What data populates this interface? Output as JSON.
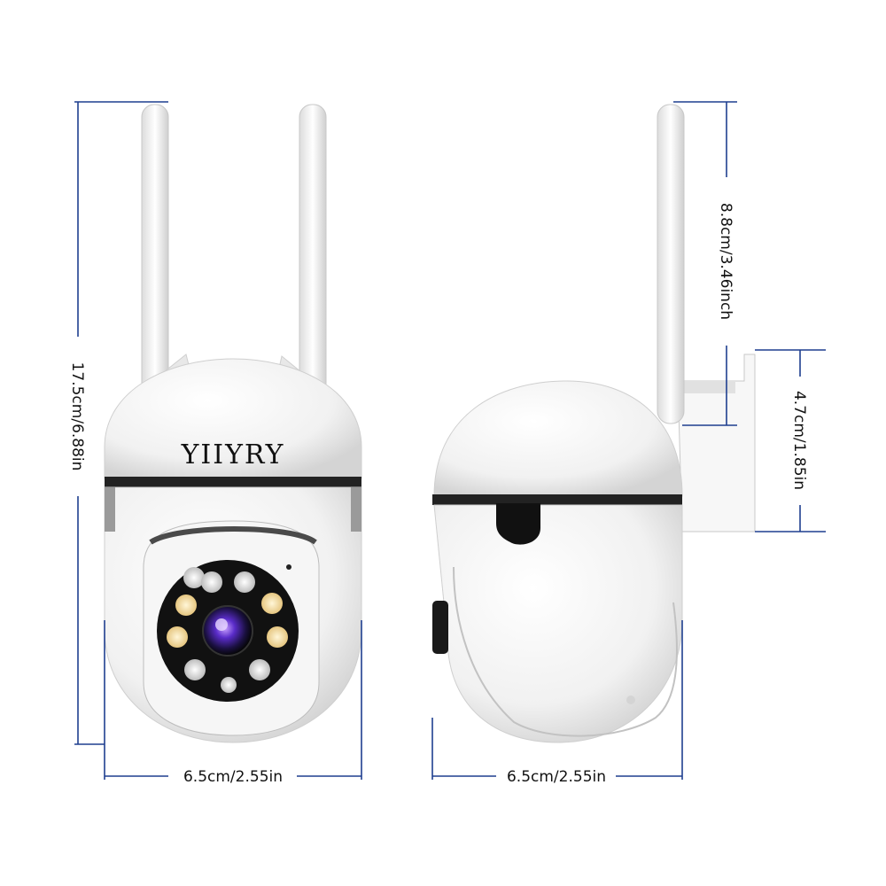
{
  "product": {
    "brand_label": "YIIYRY"
  },
  "dimensions": {
    "front_height": "17.5cm/6.88in",
    "front_width": "6.5cm/2.55in",
    "side_width": "6.5cm/2.55in",
    "antenna_height": "8.8cm/3.46inch",
    "mount_height": "4.7cm/1.85in"
  },
  "colors": {
    "dimension_line": "#1f3f8f",
    "body": "#f4f4f4",
    "band": "#222222"
  }
}
